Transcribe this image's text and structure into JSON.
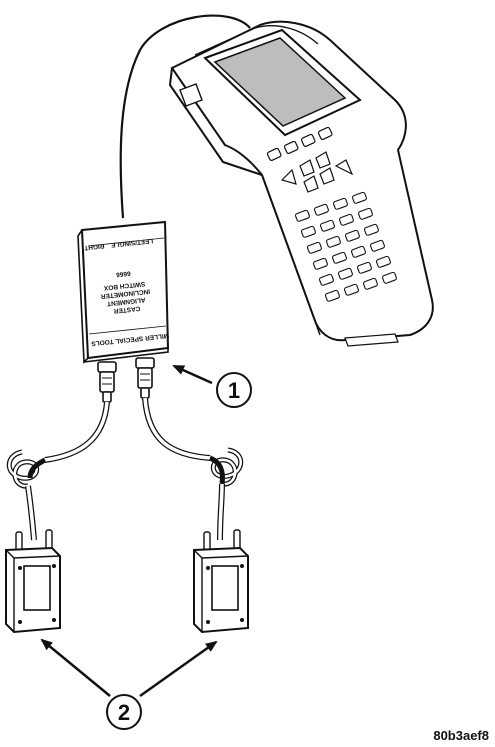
{
  "switch_box": {
    "brand": "MILLER SPECIAL TOOLS",
    "title_line1": "CASTER",
    "title_line2": "ALIGNMENT",
    "title_line3": "INCLINOMETER",
    "title_line4": "SWITCH BOX",
    "part_number": "6666",
    "port_left": "LEFT/SINGLE",
    "port_right": "RIGHT"
  },
  "callouts": {
    "one": "1",
    "two": "2"
  },
  "figure_id": "80b3aef8"
}
